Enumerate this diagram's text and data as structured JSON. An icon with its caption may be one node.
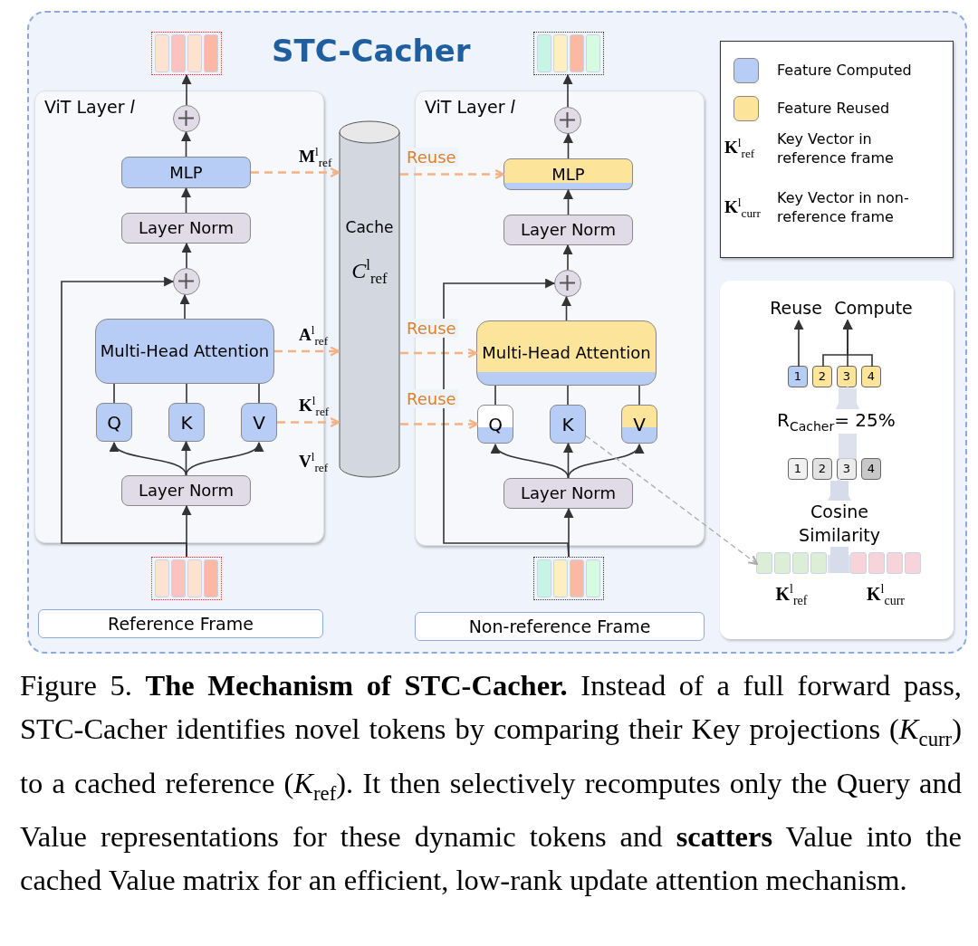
{
  "diagram": {
    "title": "STC-Cacher",
    "caption": "Figure 5. **The Mechanism of STC-Cacher.** Instead of a full forward pass, STC-Cacher identifies novel tokens by comparing their Key projections (*K*$_{curr}$) to a cached reference (*K*$_{ref}$). It then selectively recomputes only the Query and Value representations for these dynamic tokens and **scatters** Value into the cached Value matrix for an efficient, low-rank update attention mechanism.",
    "nodes": [
      {
        "text": [
          "ViT Layer *l*"
        ]
      },
      {
        "text": [],
        "shape": "bar"
      },
      {
        "text": [],
        "shape": "circle",
        "in": 0
      },
      {
        "text": [
          "MLP"
        ],
        "in": 0
      },
      {
        "text": [
          "Layer Norm"
        ],
        "in": 0
      },
      {
        "text": [],
        "shape": "circle",
        "in": 0
      },
      {
        "text": [
          "Multi-Head Attention"
        ],
        "in": 0
      },
      {
        "text": [
          "Q"
        ],
        "in": 0
      },
      {
        "text": [
          "K"
        ],
        "in": 0
      },
      {
        "text": [
          "V"
        ],
        "in": 0
      },
      {
        "text": [
          "Layer Norm"
        ],
        "in": 0
      },
      {
        "text": [],
        "shape": "bar"
      },
      {
        "text": [
          "Reference Frame"
        ]
      },
      {
        "text": [
          "Cache",
          "*C*$^{l}$$_{ref}$"
        ]
      },
      {
        "text": [
          "ViT Layer *l*"
        ]
      },
      {
        "text": [],
        "shape": "bar"
      },
      {
        "text": [],
        "shape": "circle",
        "in": 14
      },
      {
        "text": [
          "MLP"
        ],
        "in": 14
      },
      {
        "text": [
          "Layer Norm"
        ],
        "in": 14
      },
      {
        "text": [],
        "shape": "circle",
        "in": 14
      },
      {
        "text": [
          "Multi-Head Attention"
        ],
        "in": 14
      },
      {
        "text": [
          "Q"
        ],
        "in": 14
      },
      {
        "text": [
          "K"
        ],
        "in": 14
      },
      {
        "text": [
          "V"
        ],
        "in": 14
      },
      {
        "text": [
          "Layer Norm"
        ],
        "in": 14
      },
      {
        "text": [],
        "shape": "bar"
      },
      {
        "text": [
          "Non-reference Frame"
        ]
      },
      {
        "text": [],
        "shape": "box"
      },
      {
        "text": [
          "Reuse"
        ],
        "in": 27
      },
      {
        "text": [
          "Compute"
        ],
        "in": 27
      },
      {
        "text": [
          "1"
        ],
        "in": 27
      },
      {
        "text": [
          "2"
        ],
        "in": 27
      },
      {
        "text": [
          "3"
        ],
        "in": 27
      },
      {
        "text": [
          "4"
        ],
        "in": 27
      },
      {
        "text": [
          "1"
        ],
        "in": 27
      },
      {
        "text": [
          "2"
        ],
        "in": 27
      },
      {
        "text": [
          "3"
        ],
        "in": 27
      },
      {
        "text": [
          "4"
        ],
        "in": 27
      },
      {
        "text": [],
        "shape": "bar",
        "in": 27,
        "beside": [
          "**K**$^{l}$$_{ref}$"
        ]
      },
      {
        "text": [],
        "shape": "bar",
        "in": 27,
        "beside": [
          "**K**$^{l}$$_{curr}$"
        ]
      }
    ],
    "edges": [
      {
        "from": 11,
        "to": 10,
        "arrow": "to"
      },
      {
        "from": 10,
        "to": 7,
        "arrow": "to"
      },
      {
        "from": 10,
        "to": 8,
        "arrow": "to"
      },
      {
        "from": 10,
        "to": 9,
        "arrow": "to"
      },
      {
        "from": 7,
        "to": 6,
        "arrow": "none"
      },
      {
        "from": 8,
        "to": 6,
        "arrow": "none"
      },
      {
        "from": 9,
        "to": 6,
        "arrow": "none"
      },
      {
        "from": 6,
        "to": 5,
        "arrow": "to"
      },
      {
        "from": 11,
        "to": 5,
        "arrow": "to"
      },
      {
        "from": 5,
        "to": 4,
        "arrow": "to"
      },
      {
        "from": 4,
        "to": 3,
        "arrow": "to"
      },
      {
        "from": 3,
        "to": 2,
        "arrow": "to"
      },
      {
        "from": 2,
        "to": 1,
        "arrow": "to"
      },
      {
        "from": 3,
        "to": 13,
        "arrow": "to",
        "label": "**M**$^{l}$$_{ref}$",
        "style": "dashed",
        "color": "#f4b183"
      },
      {
        "from": 6,
        "to": 13,
        "arrow": "to",
        "label": "**A**$^{l}$$_{ref}$",
        "style": "dashed",
        "color": "#f4b183"
      },
      {
        "from": 9,
        "to": 13,
        "arrow": "to",
        "label": "**K**$^{l}$$_{ref}$ **V**$^{l}$$_{ref}$",
        "style": "dashed",
        "color": "#f4b183"
      },
      {
        "from": 13,
        "to": 17,
        "arrow": "to",
        "label": "Reuse",
        "style": "dashed",
        "color": "#f4b183"
      },
      {
        "from": 13,
        "to": 20,
        "arrow": "to",
        "label": "Reuse",
        "style": "dashed",
        "color": "#f4b183"
      },
      {
        "from": 13,
        "to": 21,
        "arrow": "to",
        "label": "Reuse",
        "style": "dashed",
        "color": "#f4b183"
      },
      {
        "from": 25,
        "to": 24,
        "arrow": "to"
      },
      {
        "from": 24,
        "to": 21,
        "arrow": "to"
      },
      {
        "from": 24,
        "to": 22,
        "arrow": "to"
      },
      {
        "from": 24,
        "to": 23,
        "arrow": "to"
      },
      {
        "from": 21,
        "to": 20,
        "arrow": "none"
      },
      {
        "from": 22,
        "to": 20,
        "arrow": "none"
      },
      {
        "from": 23,
        "to": 20,
        "arrow": "none"
      },
      {
        "from": 20,
        "to": 19,
        "arrow": "to"
      },
      {
        "from": 25,
        "to": 19,
        "arrow": "to"
      },
      {
        "from": 19,
        "to": 18,
        "arrow": "to"
      },
      {
        "from": 18,
        "to": 17,
        "arrow": "to"
      },
      {
        "from": 17,
        "to": 16,
        "arrow": "to"
      },
      {
        "from": 16,
        "to": 15,
        "arrow": "to"
      },
      {
        "from": 22,
        "to": 38,
        "arrow": "to",
        "style": "dashed",
        "color": "#aaaaaa"
      },
      {
        "from": 30,
        "to": 28,
        "arrow": "to"
      },
      {
        "from": 31,
        "to": 29,
        "arrow": "to"
      },
      {
        "from": 32,
        "to": 29,
        "arrow": "to"
      },
      {
        "from": 33,
        "to": 29,
        "arrow": "to"
      },
      {
        "from": 36,
        "to": 32,
        "arrow": "to",
        "label": "R$_{Cacher}$= 25%",
        "style": "thick",
        "color": "#d6dcea"
      },
      {
        "from": 38,
        "to": 36,
        "arrow": "to",
        "label": "Cosine Similarity",
        "style": "thick",
        "color": "#d6dcea"
      },
      {
        "from": 39,
        "to": 36,
        "arrow": "to",
        "style": "thick",
        "color": "#d6dcea"
      }
    ],
    "labels": [
      "**K**$^{l}$$_{ref}$",
      "**K**$^{l}$$_{curr}$"
    ],
    "legend": [
      {
        "text": "Feature Computed",
        "color": "#b7cdf5"
      },
      {
        "text": "Feature Reused",
        "color": "#fce49b"
      },
      {
        "text": "Key Vector in reference frame"
      },
      {
        "text": "Key Vector in non-reference frame"
      }
    ]
  }
}
